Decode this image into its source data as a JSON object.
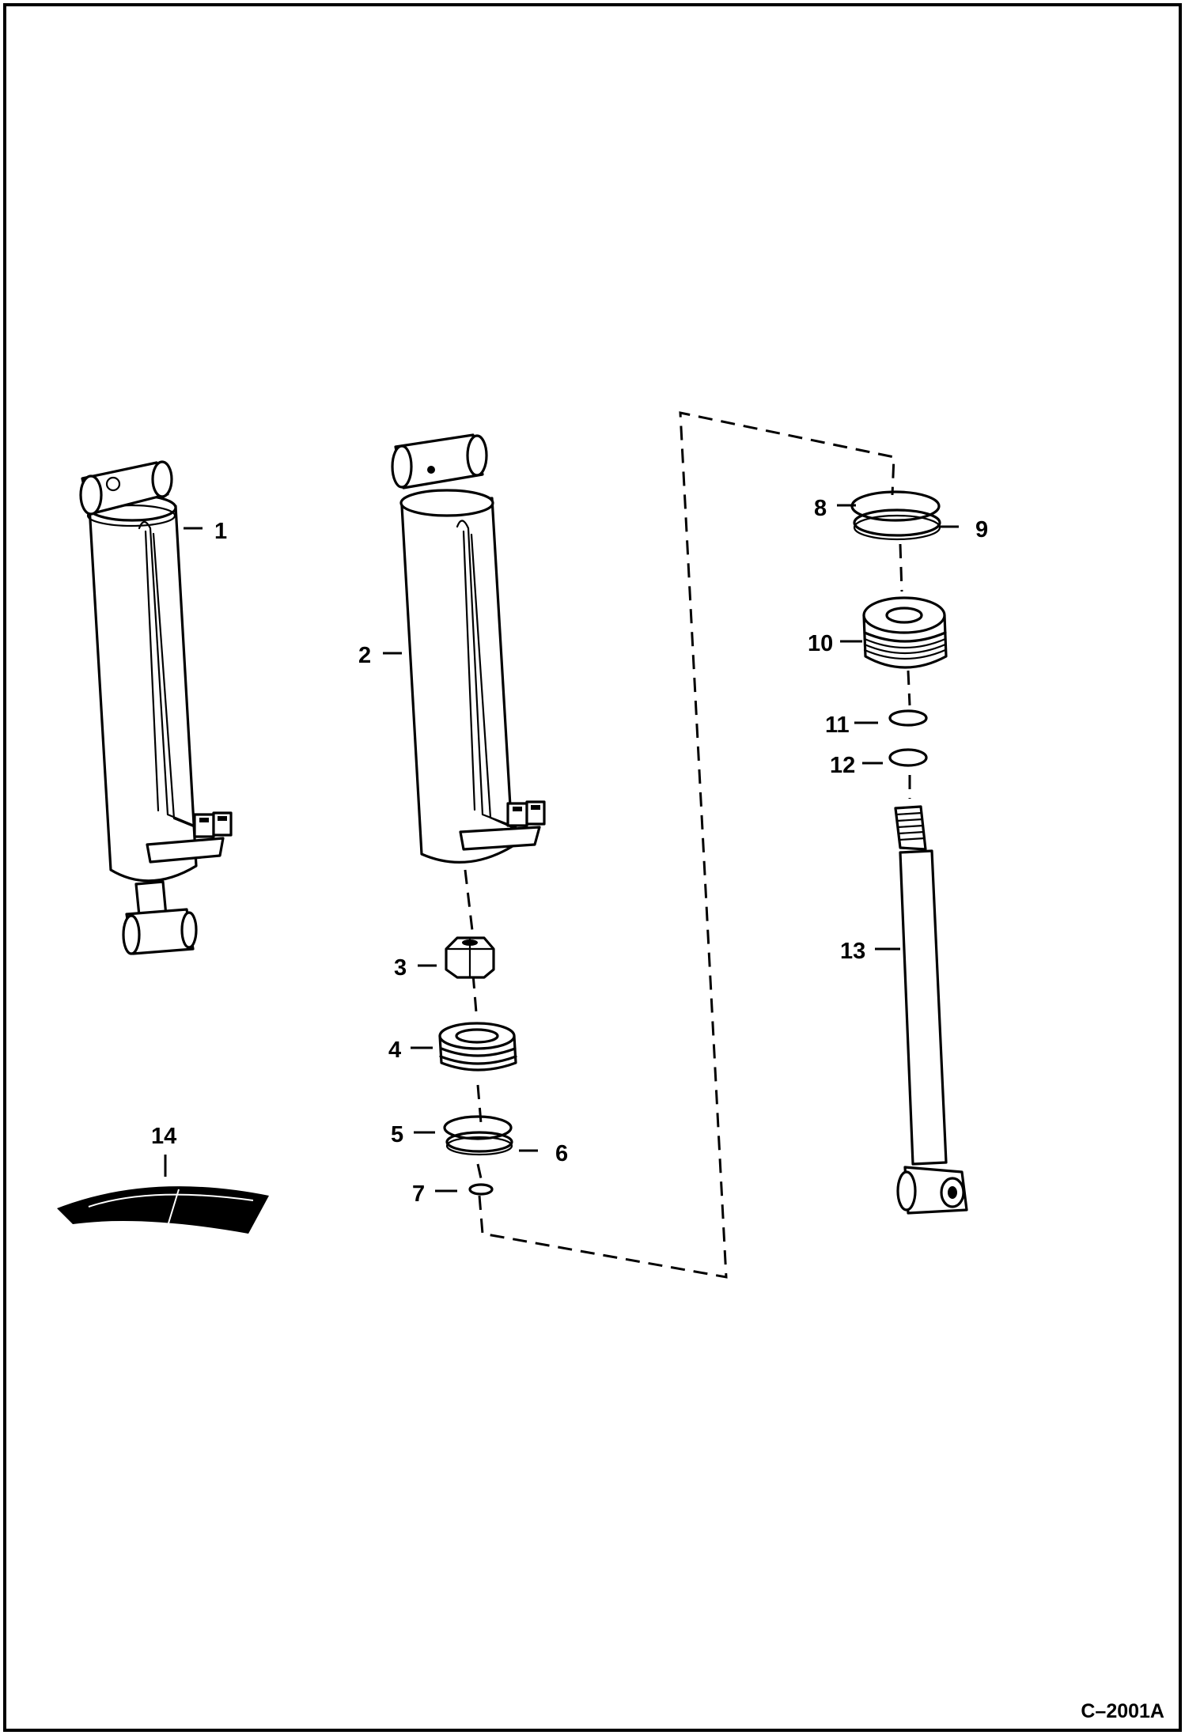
{
  "figure_id": "C–2001A",
  "callouts": {
    "c1": "1",
    "c2": "2",
    "c3": "3",
    "c4": "4",
    "c5": "5",
    "c6": "6",
    "c7": "7",
    "c8": "8",
    "c9": "9",
    "c10": "10",
    "c11": "11",
    "c12": "12",
    "c13": "13",
    "c14": "14"
  }
}
